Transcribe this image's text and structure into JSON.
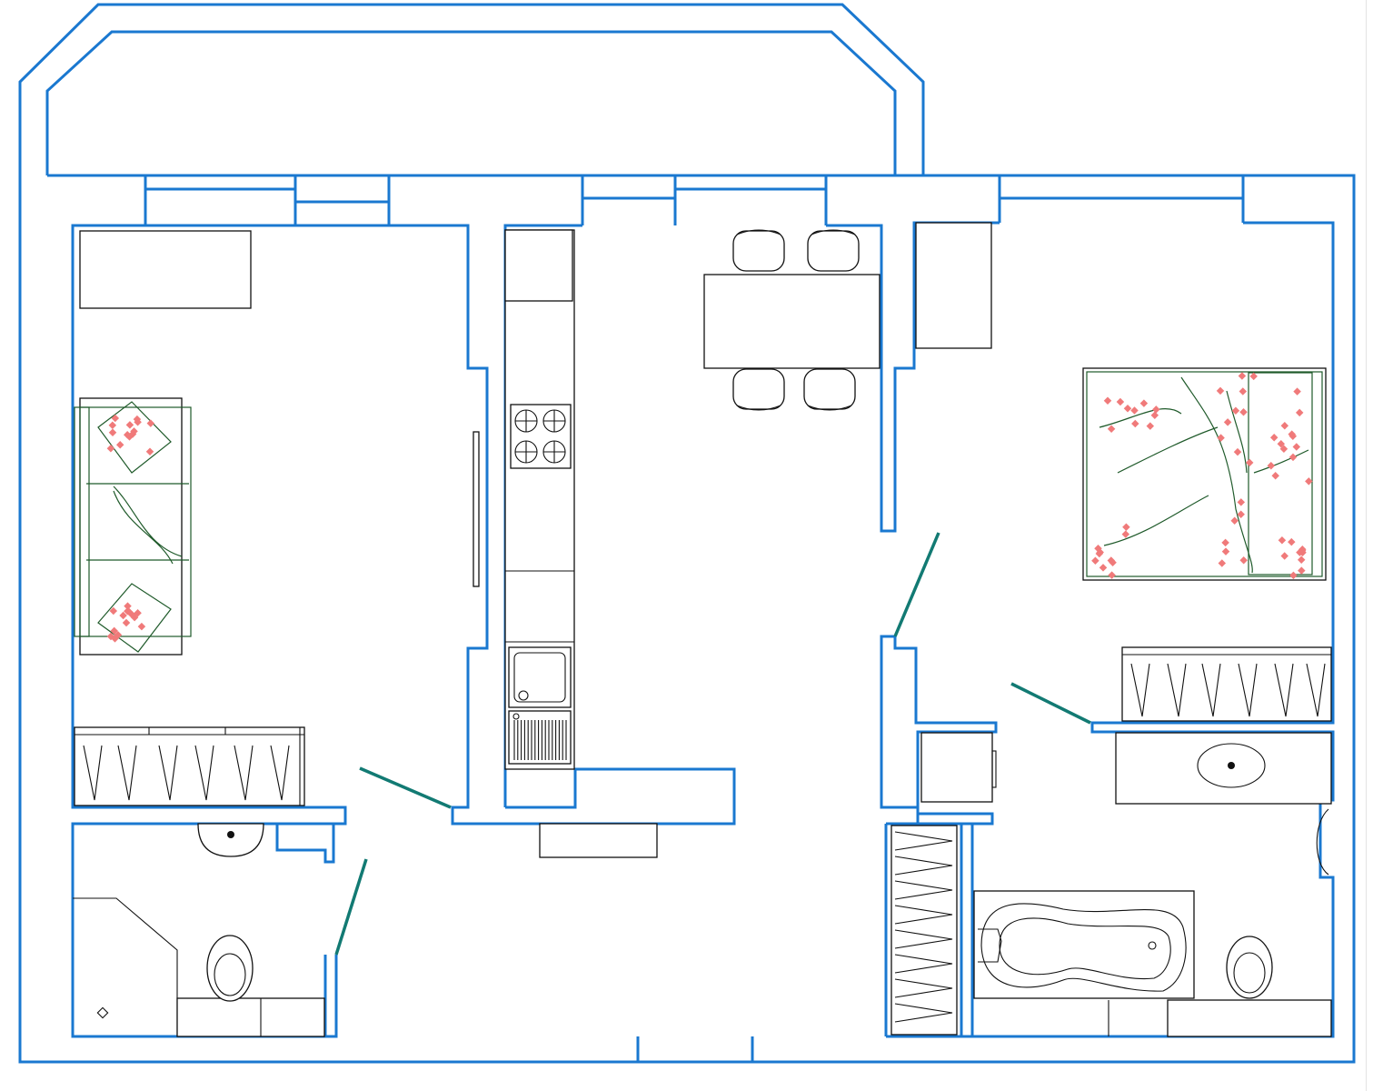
{
  "colors": {
    "wall": "#1a78d0",
    "furniture_outline": "#111111",
    "door_swing": "#127a73",
    "textile_lines": "#1f5a2a",
    "textile_pattern": "#f07a7a",
    "background": "#ffffff"
  },
  "plan": {
    "rooms": [
      "living-room",
      "kitchen-dining",
      "bedroom",
      "bathroom-left",
      "bathroom-right",
      "hallway",
      "balcony"
    ],
    "furniture": [
      "sofa",
      "cushion",
      "cushion",
      "tv-cabinet",
      "wardrobe",
      "wardrobe",
      "wardrobe",
      "cooktop",
      "kitchen-sink",
      "dishwasher",
      "dining-table",
      "chair",
      "chair",
      "chair",
      "chair",
      "double-bed",
      "washbasin",
      "washbasin",
      "toilet",
      "toilet",
      "bathtub",
      "shoe-cabinet",
      "washing-machine",
      "radiator"
    ]
  }
}
